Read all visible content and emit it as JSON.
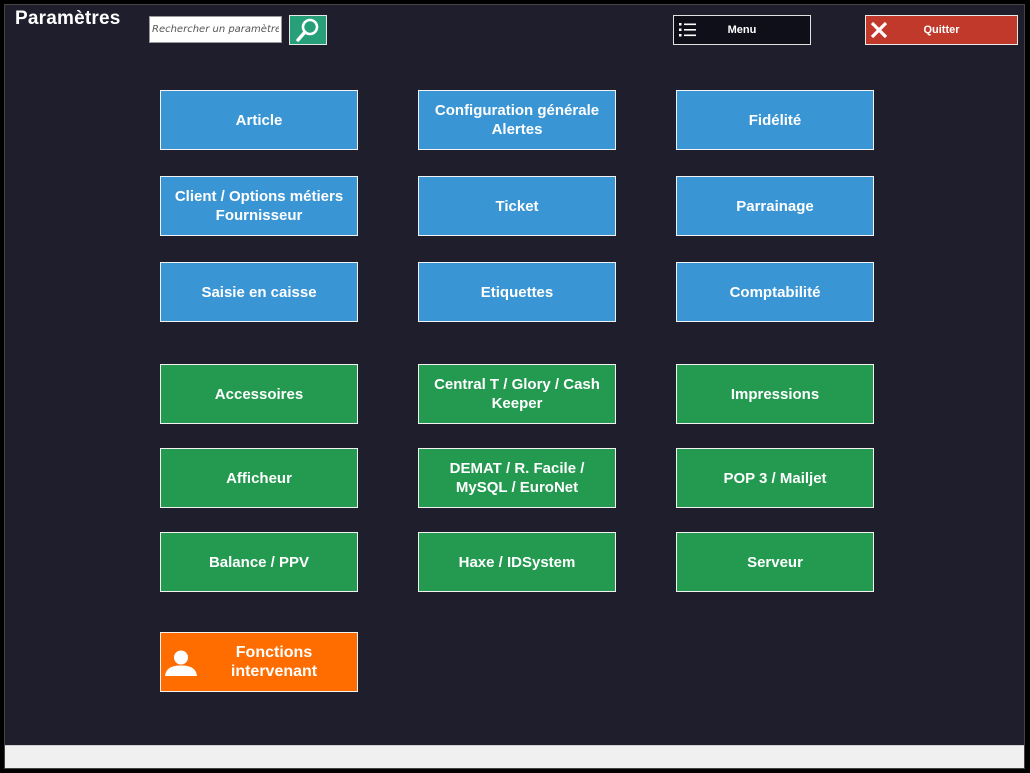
{
  "header": {
    "title": "Paramètres",
    "search": {
      "placeholder": "Rechercher un paramètre...",
      "value": ""
    },
    "menu_label": "Menu",
    "quit_label": "Quitter"
  },
  "tiles": {
    "article": "Article",
    "configuration": "Configuration générale\nAlertes",
    "fidelite": "Fidélité",
    "client": "Client / Options métiers\nFournisseur",
    "ticket": "Ticket",
    "parrainage": "Parrainage",
    "saisie": "Saisie en caisse",
    "etiquettes": "Etiquettes",
    "comptabilite": "Comptabilité",
    "accessoires": "Accessoires",
    "central": "Central  T / Glory / Cash\nKeeper",
    "impressions": "Impressions",
    "afficheur": "Afficheur",
    "demat": "DEMAT / R. Facile /\nMySQL / EuroNet",
    "pop3": "POP 3 / Mailjet",
    "balance": "Balance / PPV",
    "haxe": "Haxe / IDSystem",
    "serveur": "Serveur",
    "fonctions": "Fonctions\nintervenant"
  },
  "colors": {
    "background": "#1e1e2d",
    "tile_blue": "#3a95d5",
    "tile_green": "#239a50",
    "tile_orange": "#ff6c00",
    "search_button": "#27a079",
    "quit_button": "#c0392b"
  },
  "icons": {
    "search": "search-icon",
    "menu": "list-icon",
    "quit": "close-icon",
    "user": "user-icon"
  }
}
